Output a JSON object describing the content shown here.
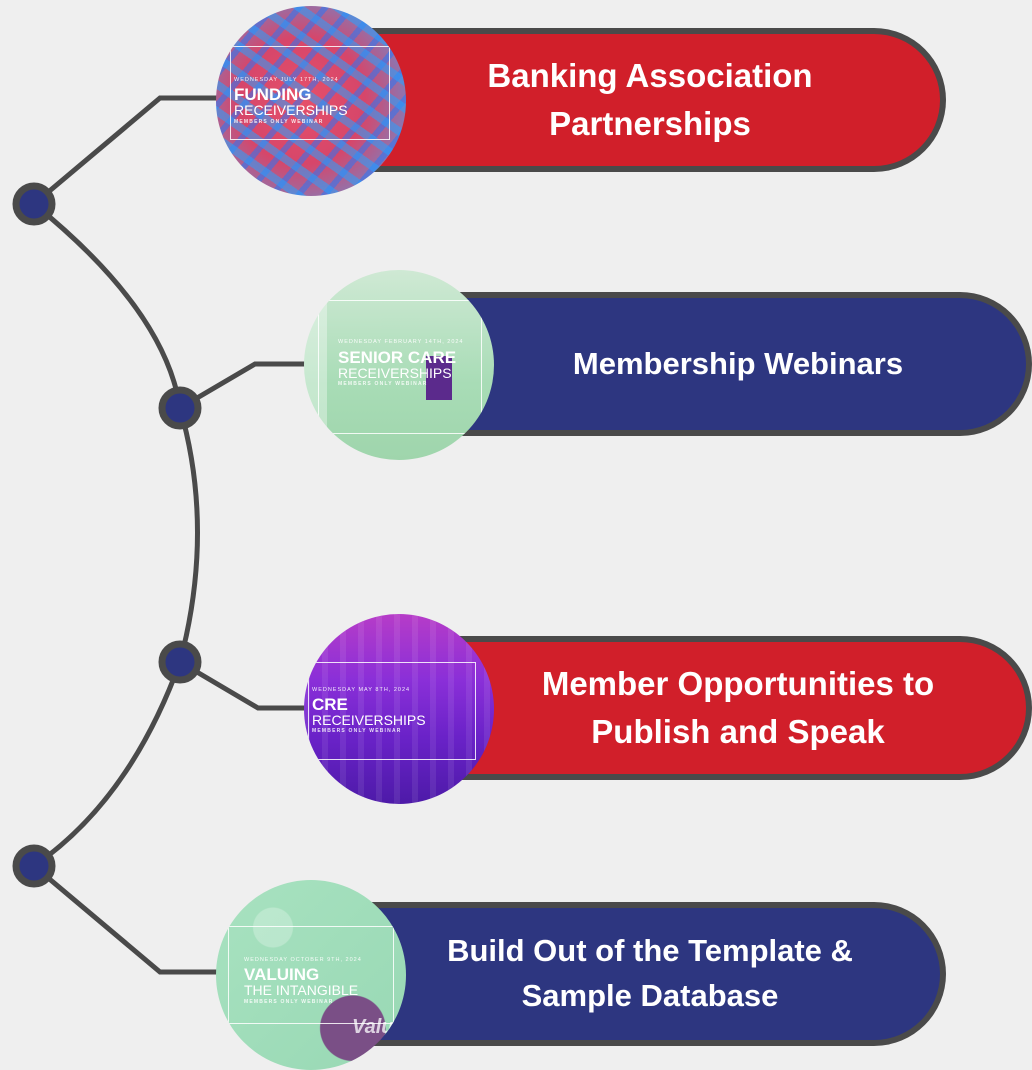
{
  "items": [
    {
      "label": "Banking Association Partnerships",
      "color": "#d11f2a",
      "badge": {
        "date": "WEDNESDAY JULY 17TH, 2024",
        "title": "FUNDING",
        "subtitle": "RECEIVERSHIPS",
        "tag": "MEMBERS ONLY WEBINAR"
      }
    },
    {
      "label": "Membership Webinars",
      "color": "#2d3680",
      "badge": {
        "date": "WEDNESDAY FEBRUARY 14TH, 2024",
        "title": "SENIOR CARE",
        "subtitle": "RECEIVERSHIPS",
        "tag": "MEMBERS ONLY WEBINAR"
      }
    },
    {
      "label": "Member Opportunities to Publish and Speak",
      "color": "#d11f2a",
      "badge": {
        "date": "WEDNESDAY MAY 8TH, 2024",
        "title": "CRE",
        "subtitle": "RECEIVERSHIPS",
        "tag": "MEMBERS ONLY WEBINAR"
      }
    },
    {
      "label": "Build Out of the Template & Sample Database",
      "color": "#2d3680",
      "badge": {
        "date": "WEDNESDAY OCTOBER 9TH, 2024",
        "title": "VALUING",
        "subtitle": "THE INTANGIBLE",
        "tag": "MEMBERS ONLY WEBINAR",
        "puzzle_text": "Valu"
      }
    }
  ],
  "colors": {
    "node": "#2d3680",
    "line": "#4a4a4a",
    "background": "#efefef"
  }
}
